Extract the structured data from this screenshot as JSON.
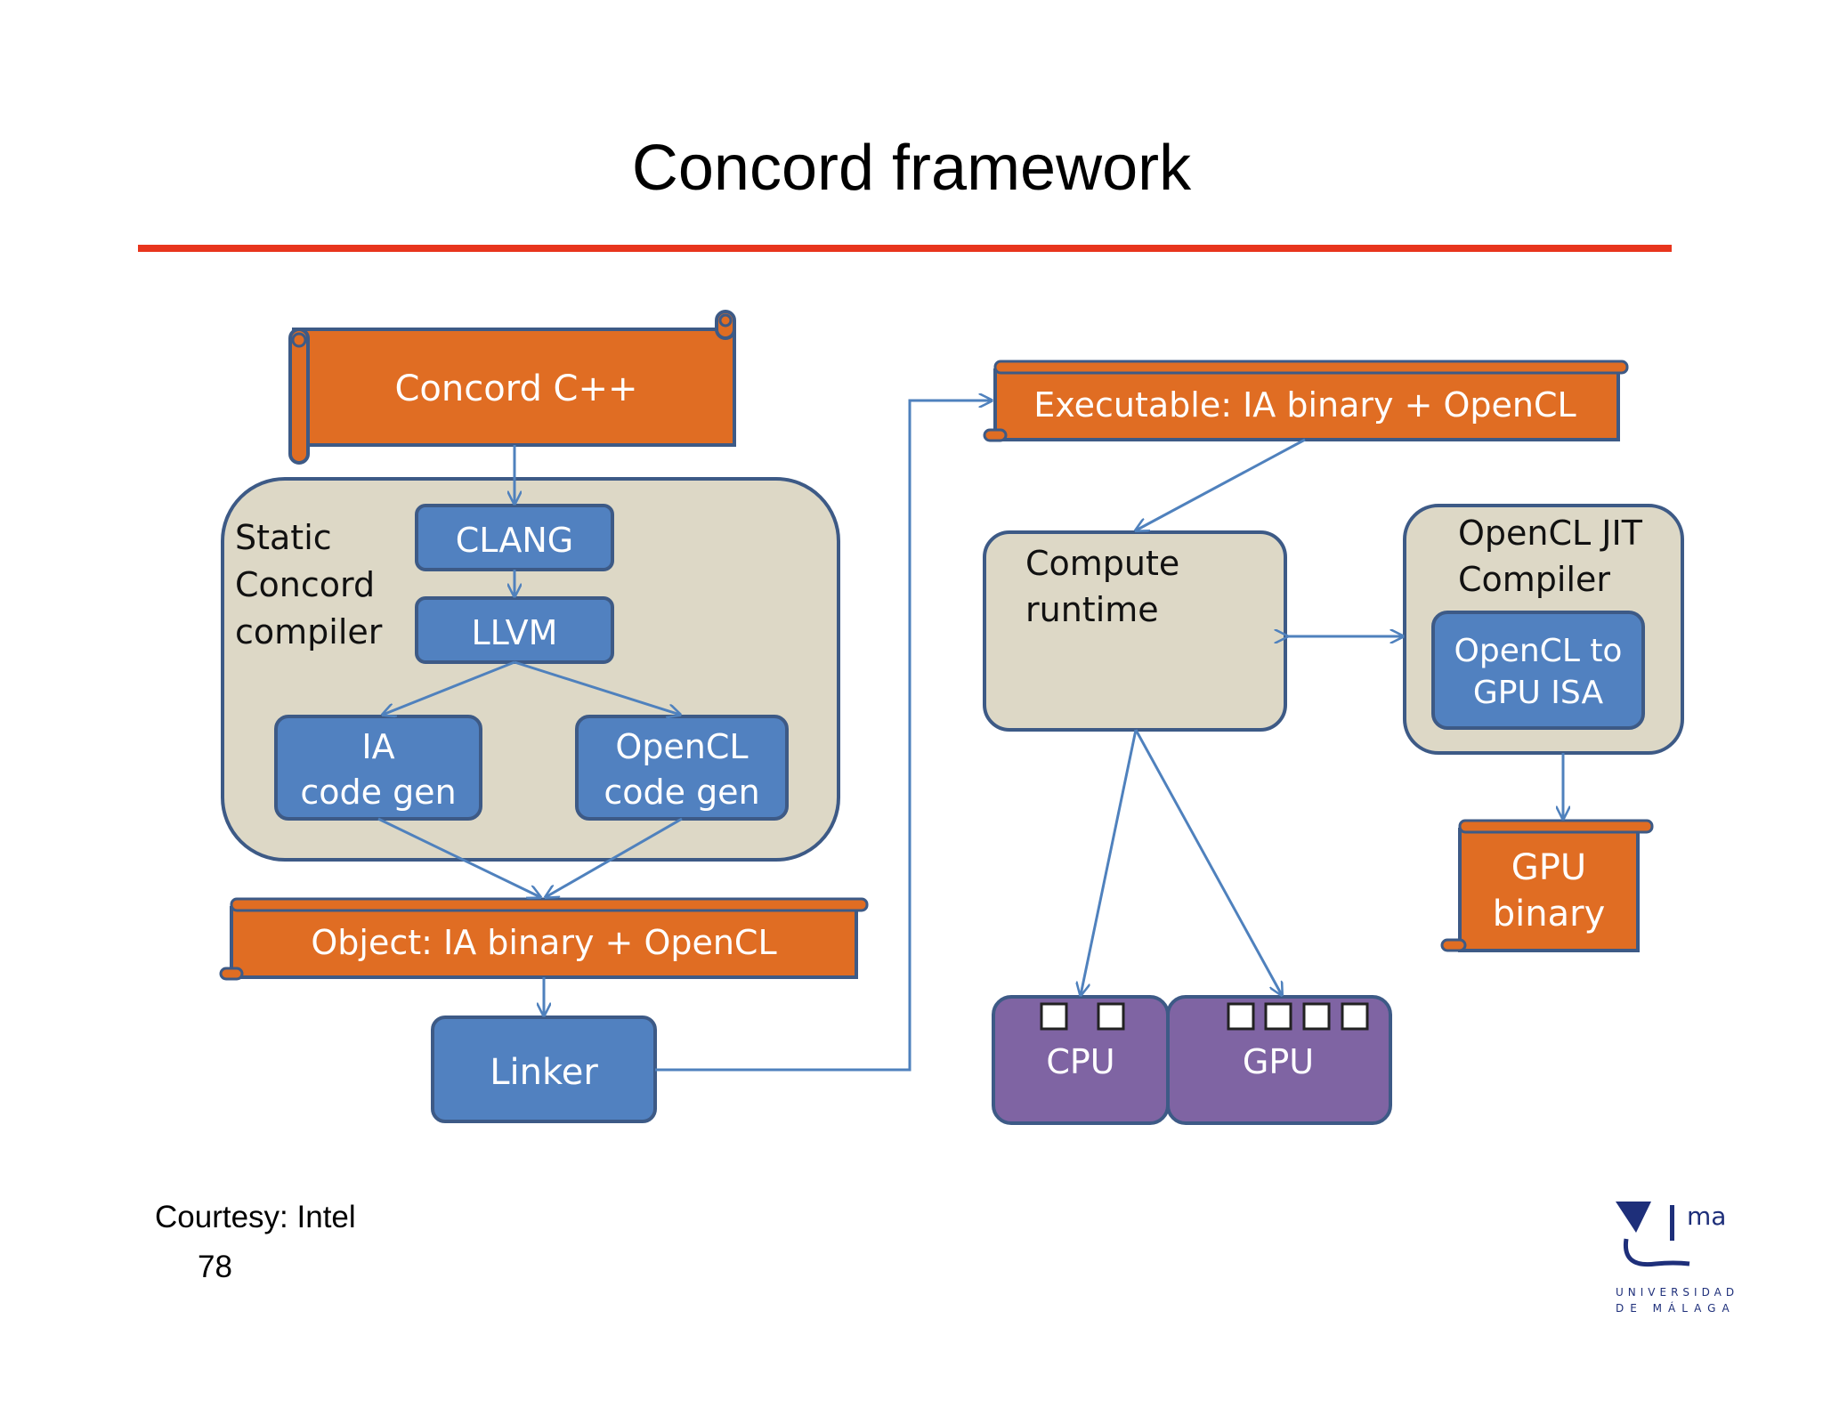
{
  "title": "Concord framework",
  "nodes": {
    "concord_cpp": "Concord C++",
    "static_compiler": [
      "Static",
      "Concord",
      "compiler"
    ],
    "clang": "CLANG",
    "llvm": "LLVM",
    "ia_codegen": [
      "IA",
      "code gen"
    ],
    "opencl_codegen": [
      "OpenCL",
      "code gen"
    ],
    "object": "Object: IA binary + OpenCL",
    "linker": "Linker",
    "executable": "Executable: IA binary + OpenCL",
    "compute_runtime": [
      "Compute",
      "runtime"
    ],
    "jit_compiler": [
      "OpenCL JIT",
      "Compiler"
    ],
    "opencl_to_gpu": [
      "OpenCL to",
      "GPU ISA"
    ],
    "gpu_binary": [
      "GPU",
      "binary"
    ],
    "cpu": "CPU",
    "gpu": "GPU"
  },
  "footer": {
    "courtesy": "Courtesy: Intel",
    "page_number": "78"
  },
  "logo": {
    "mark": "ma",
    "line1": "UNIVERSIDAD",
    "line2": "DE MÁLAGA"
  },
  "colors": {
    "orange": "#e06d23",
    "blue": "#5181c0",
    "beige": "#ddd8c6",
    "purple": "#7f64a3",
    "border": "#3d5a86",
    "arrow": "#4f81bd",
    "rule": "#e8351d"
  }
}
